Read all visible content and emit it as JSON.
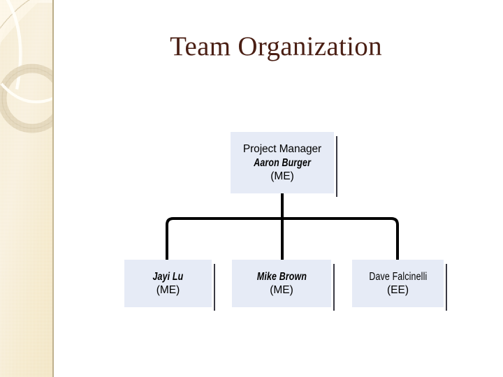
{
  "slide": {
    "title": "Team Organization",
    "background_color": "#ffffff",
    "title_color": "#4a1f14"
  },
  "sidebar": {
    "name": "decorative-sidebar",
    "base_color": "#f2e4c0",
    "highlight_color": "#fbf4e2",
    "ring_color": "#d9c9a4",
    "edge_color": "#bdae8a"
  },
  "org_chart": {
    "node_fill": "#e6ebf6",
    "connector_color": "#000000",
    "shadow_color": "#3a3a44",
    "manager": {
      "role": "Project Manager",
      "name": "Aaron Burger",
      "discipline": "(ME)"
    },
    "members": [
      {
        "name": "Jayi Lu",
        "discipline": "(ME)",
        "italic": true
      },
      {
        "name": "Mike Brown",
        "discipline": "(ME)",
        "italic": true
      },
      {
        "name": "Dave Falcinelli",
        "discipline": "(EE)",
        "italic": false
      }
    ]
  }
}
